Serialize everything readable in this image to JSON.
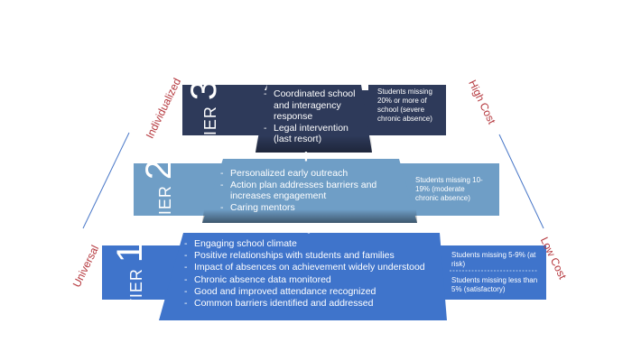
{
  "colors": {
    "tier3": "#2e3a5a",
    "tier2": "#6f9ec6",
    "tier1": "#3f74cb",
    "axis_text": "#b5383e",
    "axis_line": "#4a78c8"
  },
  "tiers": [
    {
      "id": "tier3",
      "word": "TIER",
      "number": "3",
      "bullets": [
        "Coordinated school and interagency response",
        "Legal intervention (last resort)"
      ],
      "note": "Students missing 20% or more of school (severe chronic absence)"
    },
    {
      "id": "tier2",
      "word": "TIER",
      "number": "2",
      "bullets": [
        "Personalized early outreach",
        "Action plan addresses barriers and increases engagement",
        "Caring mentors"
      ],
      "note": "Students missing 10-19% (moderate chronic absence)"
    },
    {
      "id": "tier1",
      "word": "TIER",
      "number": "1",
      "bullets": [
        "Engaging school climate",
        "Positive relationships with students and families",
        "Impact of absences on achievement widely understood",
        "Chronic absence data monitored",
        "Good and improved attendance recognized",
        "Common barriers identified and addressed"
      ],
      "note_top": "Students missing 5-9% (at risk)",
      "note_bottom": "Students missing less than 5% (satisfactory)"
    }
  ],
  "axis": {
    "left_top": "Individualized",
    "left_bottom": "Universal",
    "right_top": "High Cost",
    "right_bottom": "Low Cost"
  },
  "plus_sign": "+",
  "icons": [
    "plus-icon"
  ]
}
